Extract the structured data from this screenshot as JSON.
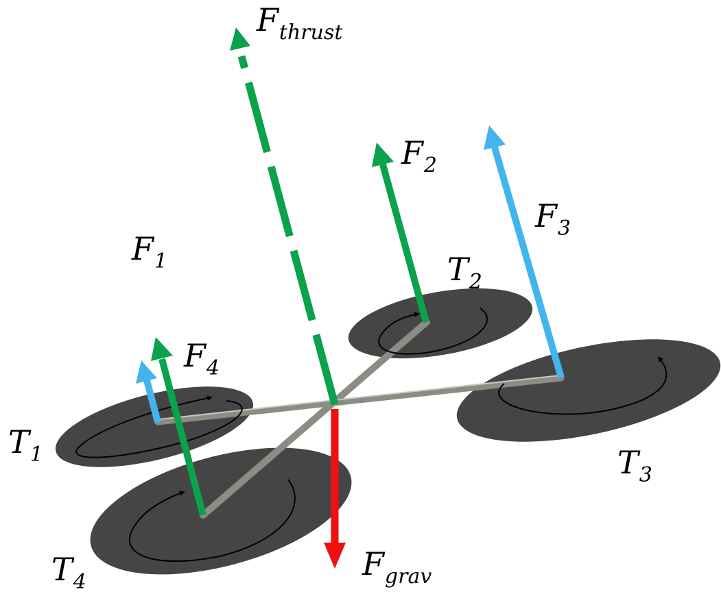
{
  "labels": {
    "f_thrust": {
      "main": "F",
      "sub": "thrust"
    },
    "f_grav": {
      "main": "F",
      "sub": "grav"
    },
    "f1": {
      "main": "F",
      "sub": "1"
    },
    "f2": {
      "main": "F",
      "sub": "2"
    },
    "f3": {
      "main": "F",
      "sub": "3"
    },
    "f4": {
      "main": "F",
      "sub": "4"
    },
    "t1": {
      "main": "T",
      "sub": "1"
    },
    "t2": {
      "main": "T",
      "sub": "2"
    },
    "t3": {
      "main": "T",
      "sub": "3"
    },
    "t4": {
      "main": "T",
      "sub": "4"
    }
  },
  "colors": {
    "rotor_disk": "#454545",
    "arm": "#8c8c84",
    "thrust_green": "#0aa24a",
    "gravity_red": "#ee1111",
    "force_blue": "#42b4ee",
    "torque_arrow": "#000000"
  }
}
